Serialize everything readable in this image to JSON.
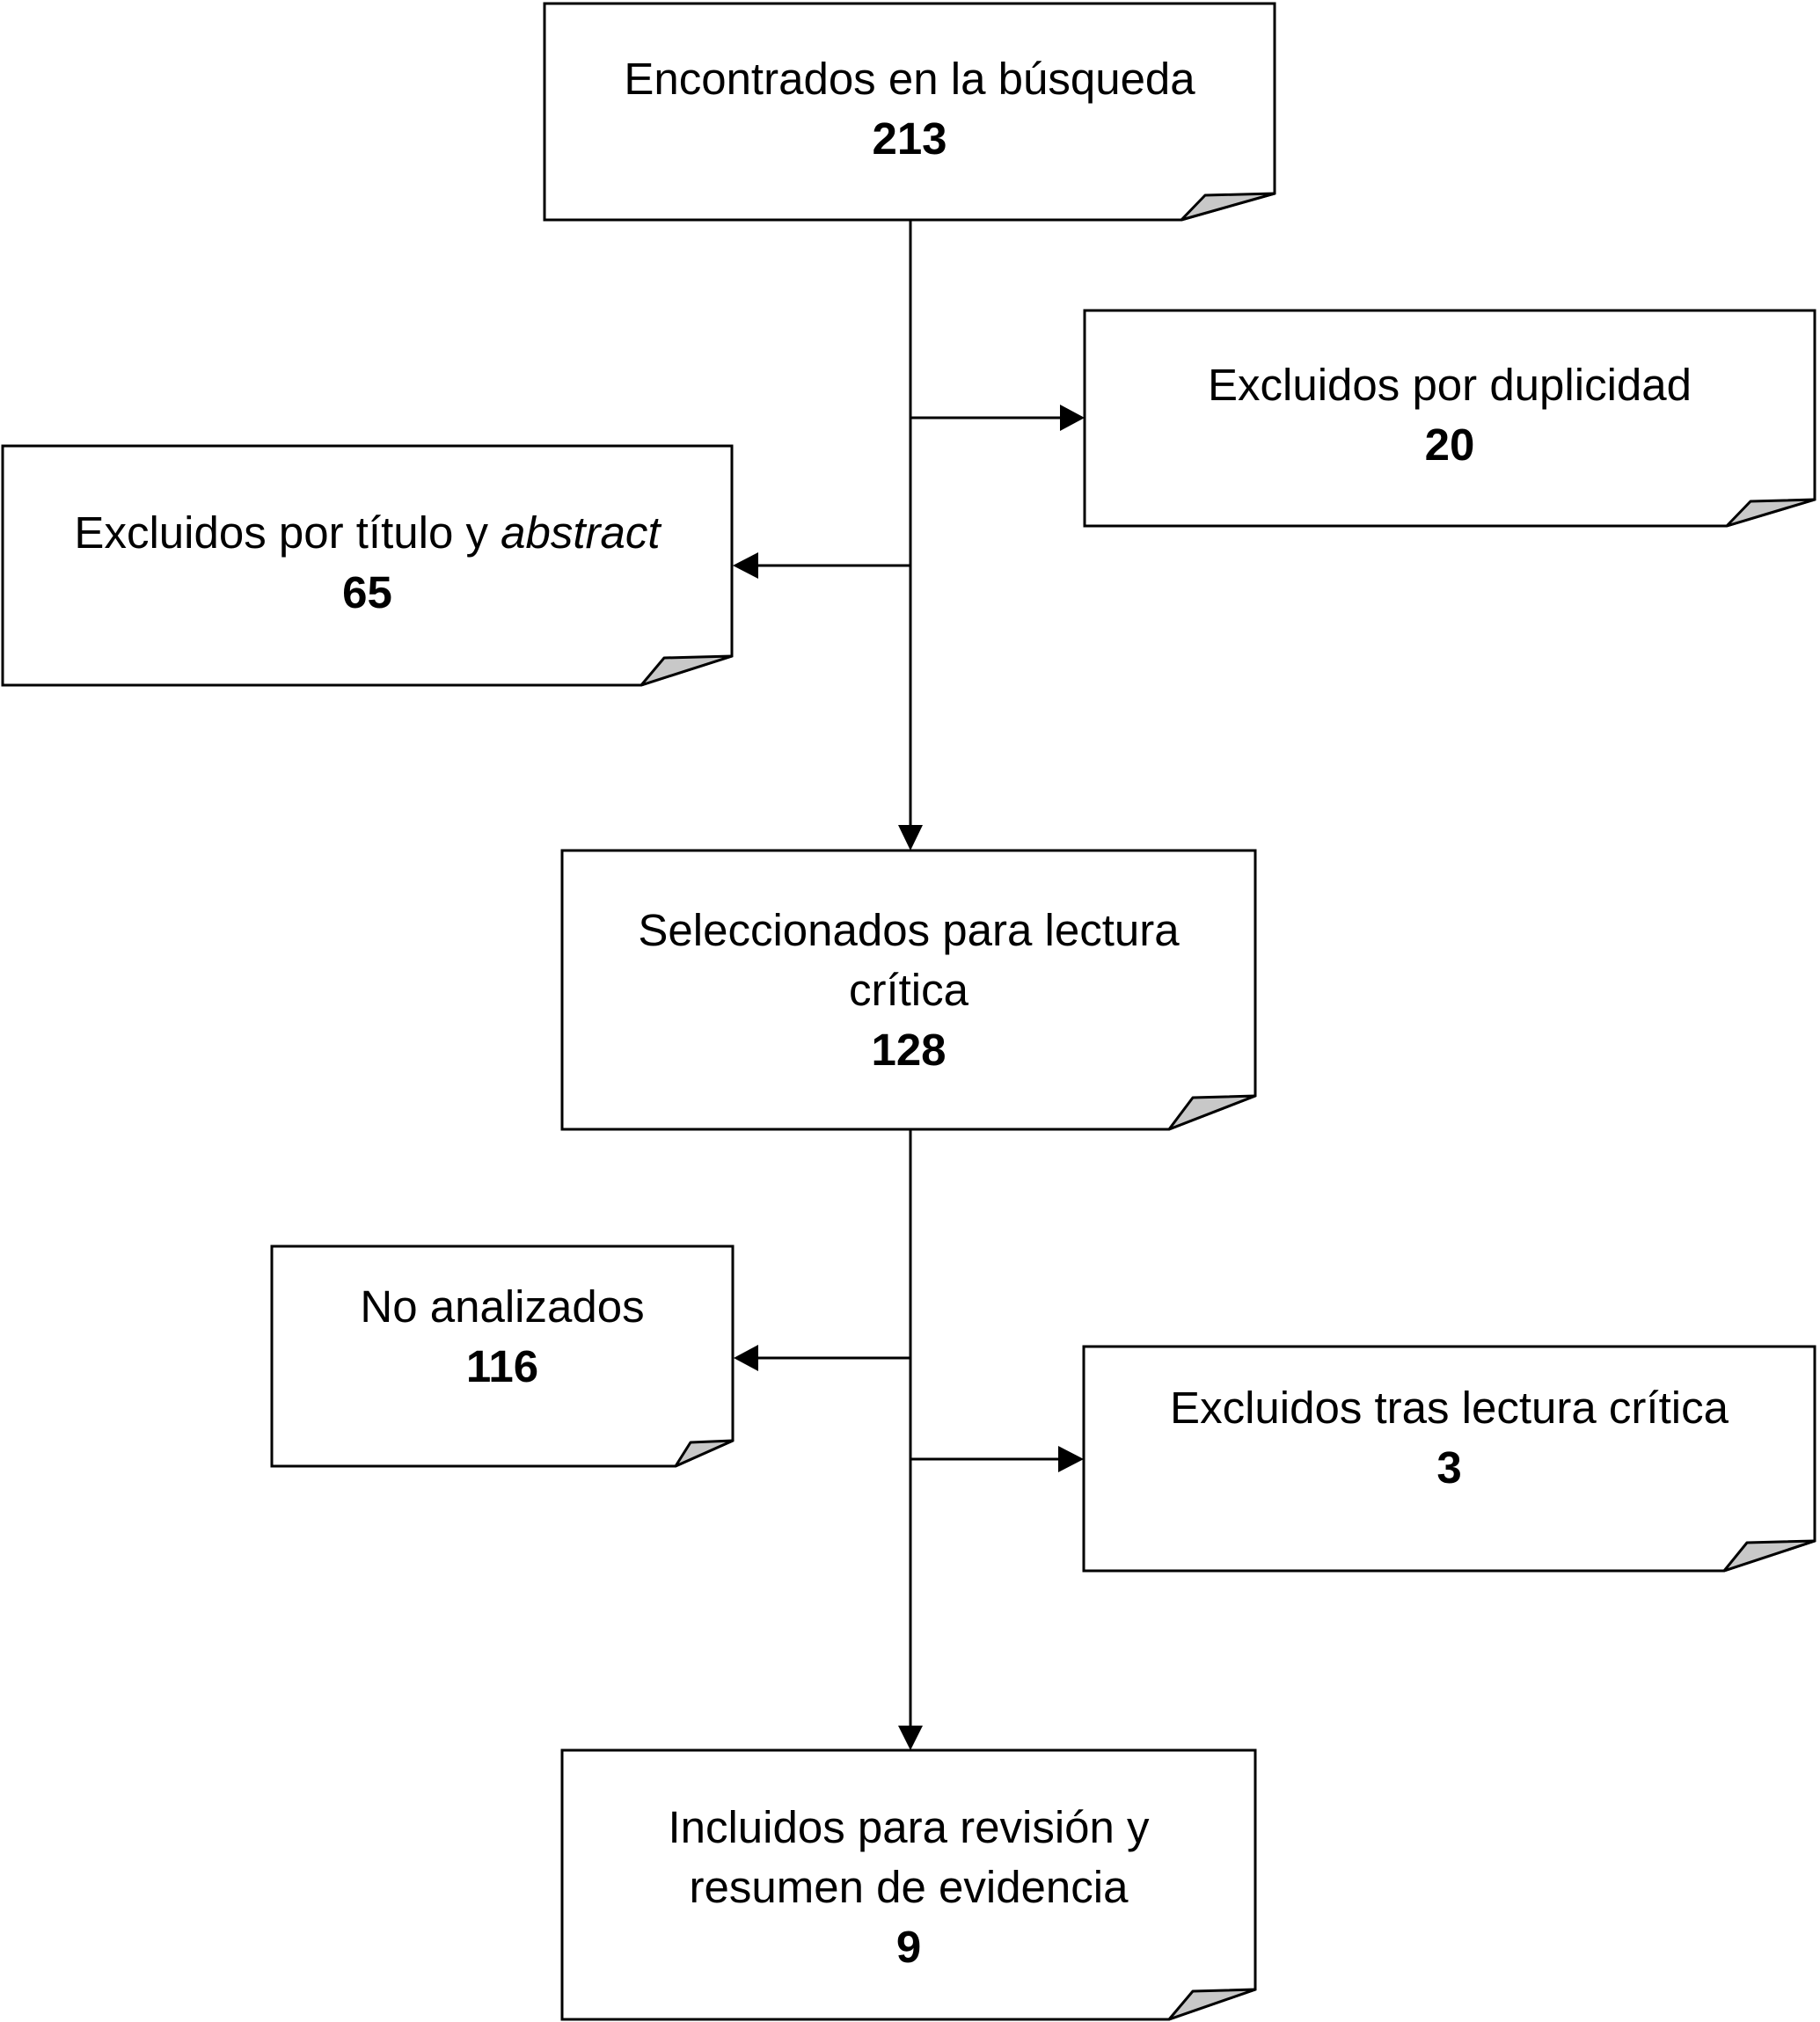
{
  "nodes": {
    "found": {
      "label": "Encontrados en la búsqueda",
      "count": "213"
    },
    "duplicates": {
      "label": "Excluidos por duplicidad",
      "count": "20"
    },
    "title_abstract": {
      "label_prefix": "Excluidos por título y ",
      "label_italic": "abstract",
      "count": "65"
    },
    "selected": {
      "label_line1": "Seleccionados para lectura",
      "label_line2": "crítica",
      "count": "128"
    },
    "not_analyzed": {
      "label": "No analizados",
      "count": "116"
    },
    "excluded_critical": {
      "label": "Excluidos tras lectura crítica",
      "count": "3"
    },
    "included": {
      "label_line1": "Incluidos para revisión y",
      "label_line2": "resumen de evidencia",
      "count": "9"
    }
  }
}
